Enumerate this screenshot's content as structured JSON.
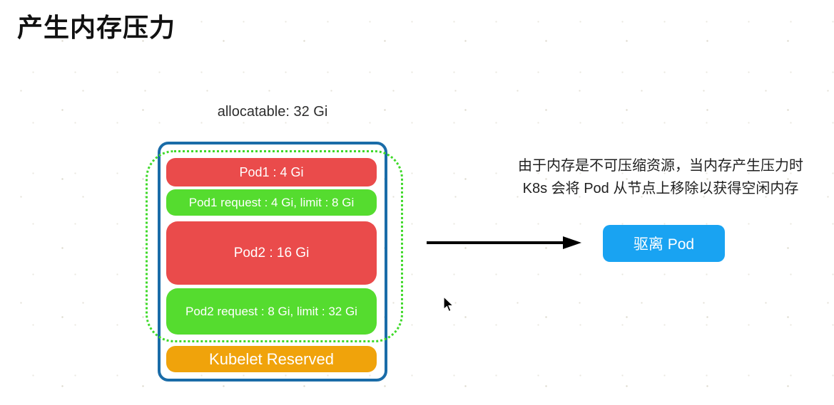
{
  "title": "产生内存压力",
  "node": {
    "allocatable_label": "allocatable: 32 Gi",
    "blocks": [
      {
        "label": "Pod1 : 4 Gi",
        "type": "usage",
        "color": "#EA4B4B"
      },
      {
        "label": "Pod1 request : 4 Gi, limit : 8 Gi",
        "type": "request",
        "color": "#55DC2F"
      },
      {
        "label": "Pod2 : 16 Gi",
        "type": "usage",
        "color": "#EA4B4B"
      },
      {
        "label": "Pod2 request : 8 Gi, limit : 32 Gi",
        "type": "request",
        "color": "#55DC2F"
      },
      {
        "label": "Kubelet Reserved",
        "type": "reserved",
        "color": "#F0A30B"
      }
    ]
  },
  "explanation": {
    "line1": "由于内存是不可压缩资源，当内存产生压力时",
    "line2": "K8s 会将 Pod 从节点上移除以获得空闲内存"
  },
  "action": {
    "label": "驱离 Pod"
  },
  "colors": {
    "usage_red": "#EA4B4B",
    "request_green": "#55DC2F",
    "reserved_orange": "#F0A30B",
    "node_border_blue": "#1A6CA8",
    "allocatable_dotted_green": "#3FD92A",
    "action_button_blue": "#19A3F2",
    "arrow_black": "#000000",
    "title_black": "#111111"
  }
}
